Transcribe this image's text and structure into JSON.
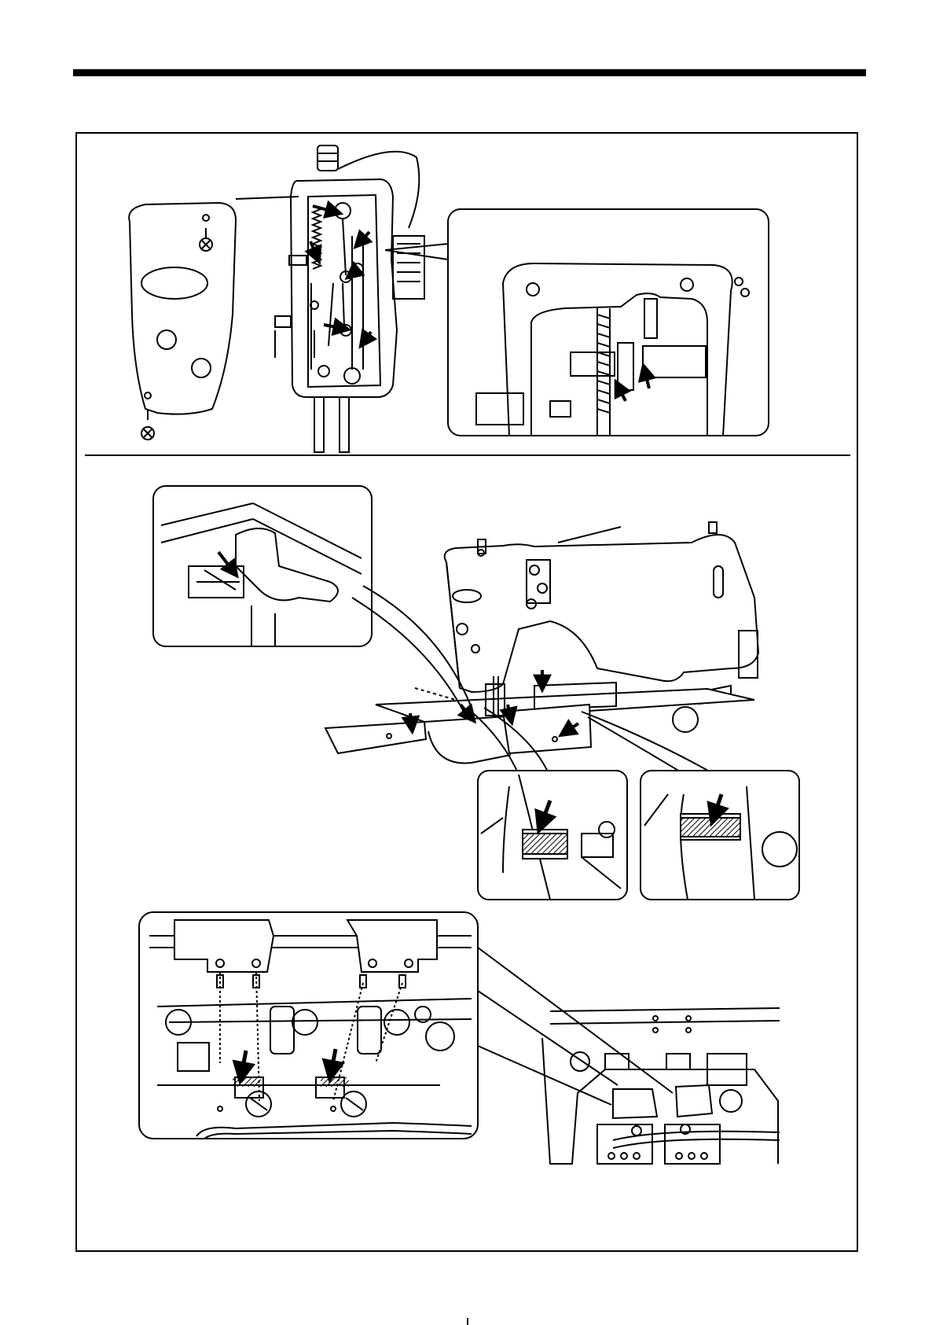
{
  "colors": {
    "ink": "#000000",
    "paper": "#ffffff",
    "hatch": "#000000"
  },
  "icons": [
    "arrow-icon",
    "screw-icon"
  ],
  "sections": [
    {
      "name": "face-plate-section"
    },
    {
      "name": "needle-plate-section"
    },
    {
      "name": "feed-dog-section"
    }
  ]
}
